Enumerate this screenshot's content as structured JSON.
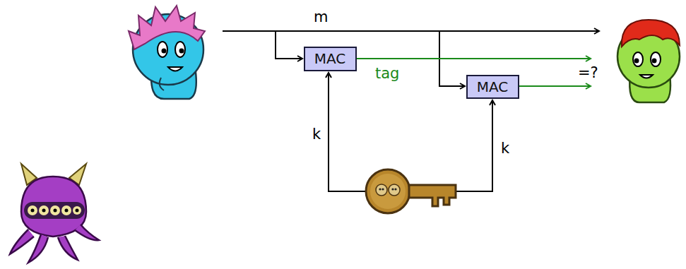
{
  "diagram": {
    "nodes": [
      {
        "text": [
          "MAC"
        ]
      },
      {
        "text": [
          "MAC"
        ]
      }
    ],
    "labels": [
      "m",
      "tag",
      "k",
      "k",
      "=?"
    ]
  }
}
